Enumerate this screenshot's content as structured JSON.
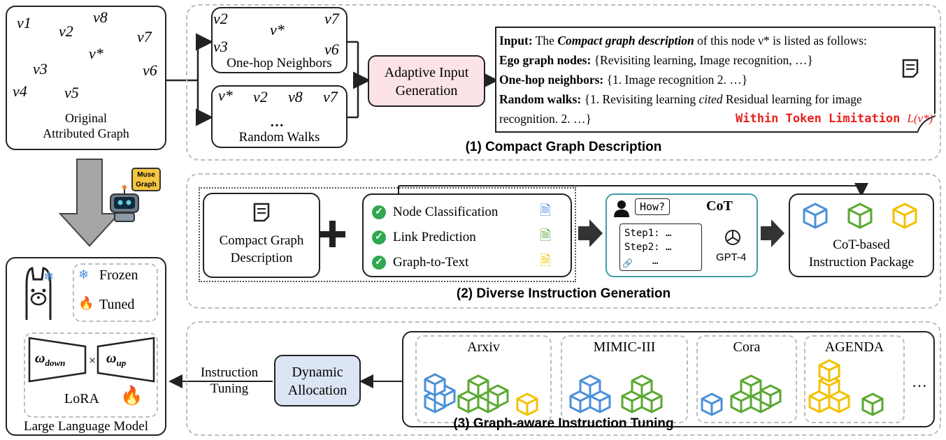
{
  "left": {
    "original_graph_label_1": "Original",
    "original_graph_label_2": "Attributed Graph",
    "node_labels": [
      "ν1",
      "ν2",
      "ν8",
      "ν7",
      "ν*",
      "ν3",
      "ν6",
      "ν4",
      "ν5"
    ],
    "robot_badge_line1": "Muse",
    "robot_badge_line2": "Graph",
    "llm": {
      "frozen": "Frozen",
      "tuned": "Tuned",
      "w_down": "ω",
      "w_down_sub": "down",
      "times": "×",
      "w_up": "ω",
      "w_up_sub": "up",
      "lora": "LoRA",
      "title": "Large Language Model"
    }
  },
  "stage1": {
    "one_hop_label": "One-hop Neighbors",
    "one_hop_nodes": [
      "ν2",
      "ν*",
      "ν7",
      "ν3",
      "ν6"
    ],
    "random_walks_label": "Random Walks",
    "walk_nodes": [
      "ν*",
      "ν2",
      "ν8",
      "ν7"
    ],
    "walk_dots": "…",
    "adaptive_line1": "Adaptive Input",
    "adaptive_line2": "Generation",
    "prompt": {
      "input_bold": "Input:",
      "input_pre": " The ",
      "input_em": "Compact graph description",
      "input_post": " of this node ν* is listed as follows:",
      "ego_bold": "Ego graph nodes:",
      "ego_text": " {Revisiting learning, Image recognition, …}",
      "onehop_bold": "One-hop neighbors:",
      "onehop_text": " {1. Image recognition 2. …}",
      "rw_bold": "Random walks:",
      "rw_text_pre": " {1. Revisiting learning ",
      "rw_em": "cited",
      "rw_text_post": " Residual learning for image",
      "rw_line2": "recognition. 2. …}",
      "limit": "Within Token Limitation",
      "limit_math": "L(ν*)"
    },
    "caption": "(1) Compact Graph Description"
  },
  "stage2": {
    "compact_line1": "Compact Graph",
    "compact_line2": "Description",
    "tasks": [
      "Node Classification",
      "Link Prediction",
      "Graph-to-Text"
    ],
    "cot_title": "CoT",
    "how": "How?",
    "step1": "Step1: …",
    "step2": "Step2: …",
    "step_dots": "…",
    "gpt": "GPT-4",
    "package_line1": "CoT-based",
    "package_line2": "Instruction Package",
    "caption": "(2) Diverse Instruction Generation"
  },
  "stage3": {
    "datasets": [
      "Arxiv",
      "MIMIC-III",
      "Cora",
      "AGENDA"
    ],
    "more": "…",
    "dynamic_line1": "Dynamic",
    "dynamic_line2": "Allocation",
    "instr_line1": "Instruction",
    "instr_line2": "Tuning",
    "caption": "(3) Graph-aware Instruction Tuning"
  },
  "colors": {
    "blue": "#4a90d9",
    "green": "#5aa832",
    "yellow": "#f2c200",
    "orange": "#f07d2a",
    "red": "#e8211c",
    "teal": "#3d9ea8",
    "pink_fill": "#fbe3e6",
    "blue_fill": "#dbe5f4",
    "check_green": "#2fa84f"
  }
}
